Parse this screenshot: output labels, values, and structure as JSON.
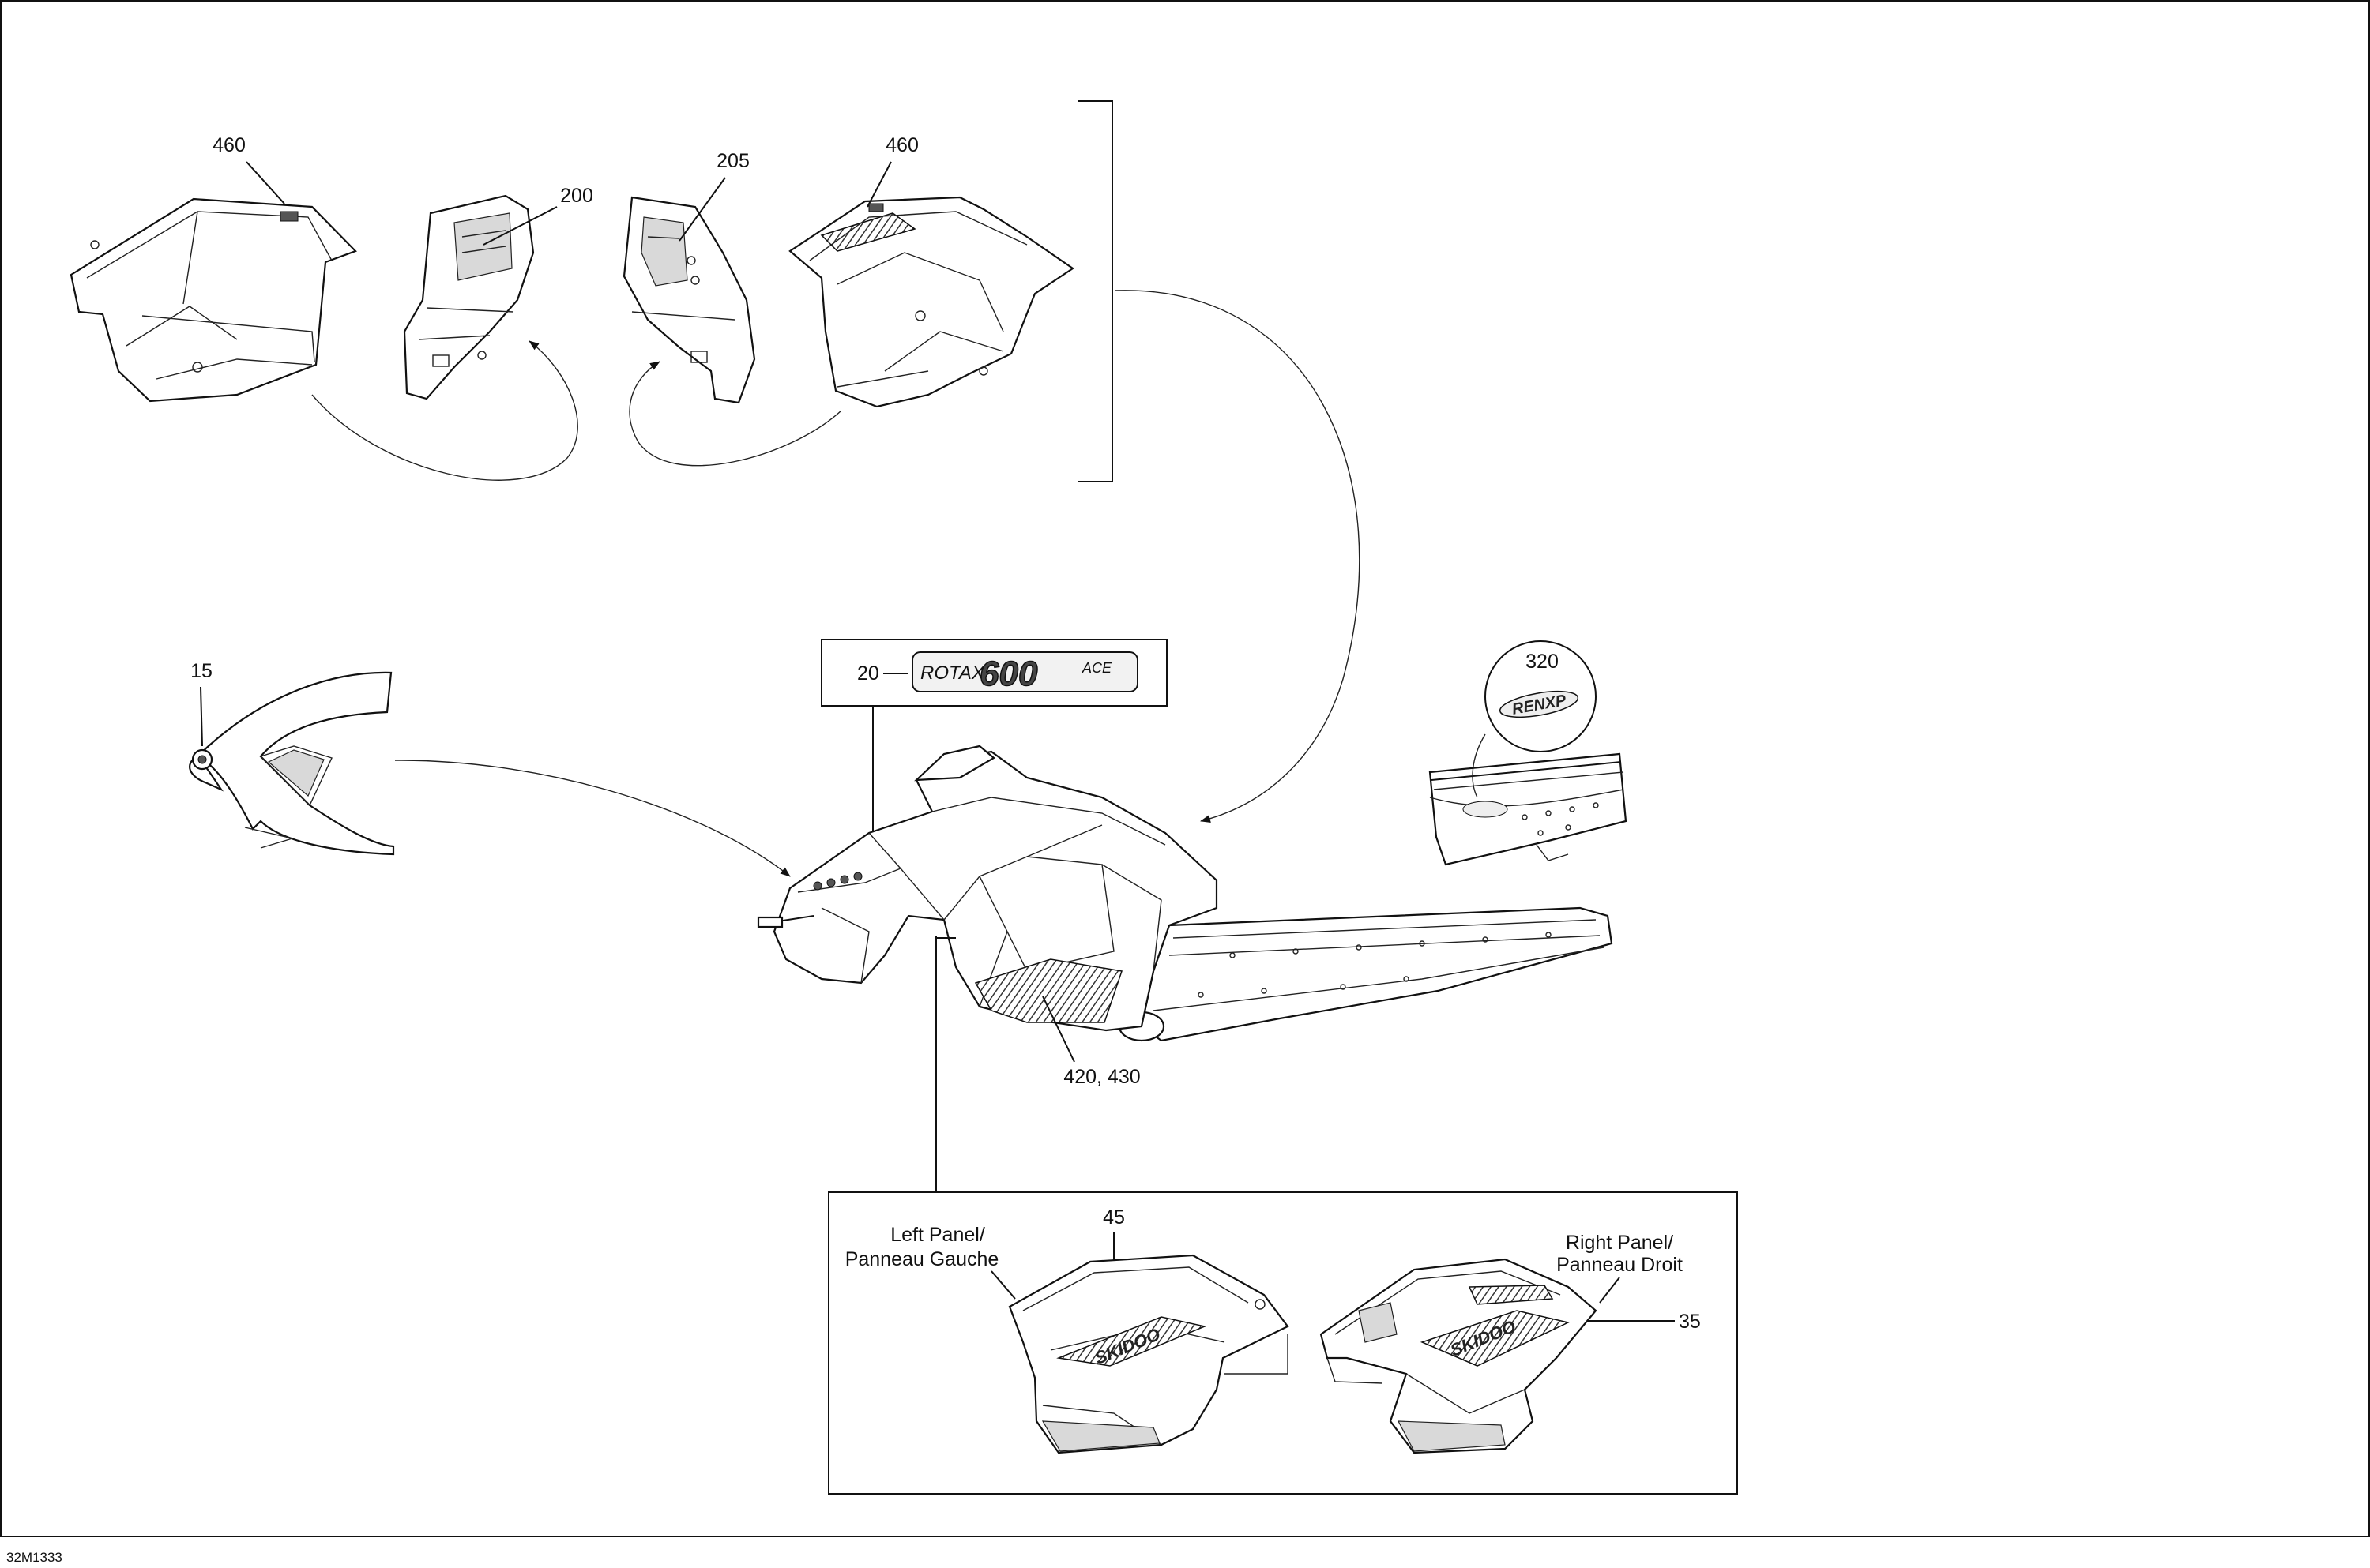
{
  "diagram_id": "32M1333",
  "callouts": {
    "c460_left": "460",
    "c200": "200",
    "c205": "205",
    "c460_right": "460",
    "c15": "15",
    "c20": "20",
    "c320": "320",
    "c420_430": "420, 430",
    "c45": "45",
    "c35": "35"
  },
  "decal_text": {
    "rotax": "ROTAX",
    "rotax_model": "600",
    "rotax_suffix": "ACE",
    "badge": "RENXP",
    "panel_brand": "SKIDOO"
  },
  "panel_labels": {
    "left_line1": "Left Panel/",
    "left_line2": "Panneau Gauche",
    "right_line1": "Right Panel/",
    "right_line2": "Panneau Droit"
  }
}
